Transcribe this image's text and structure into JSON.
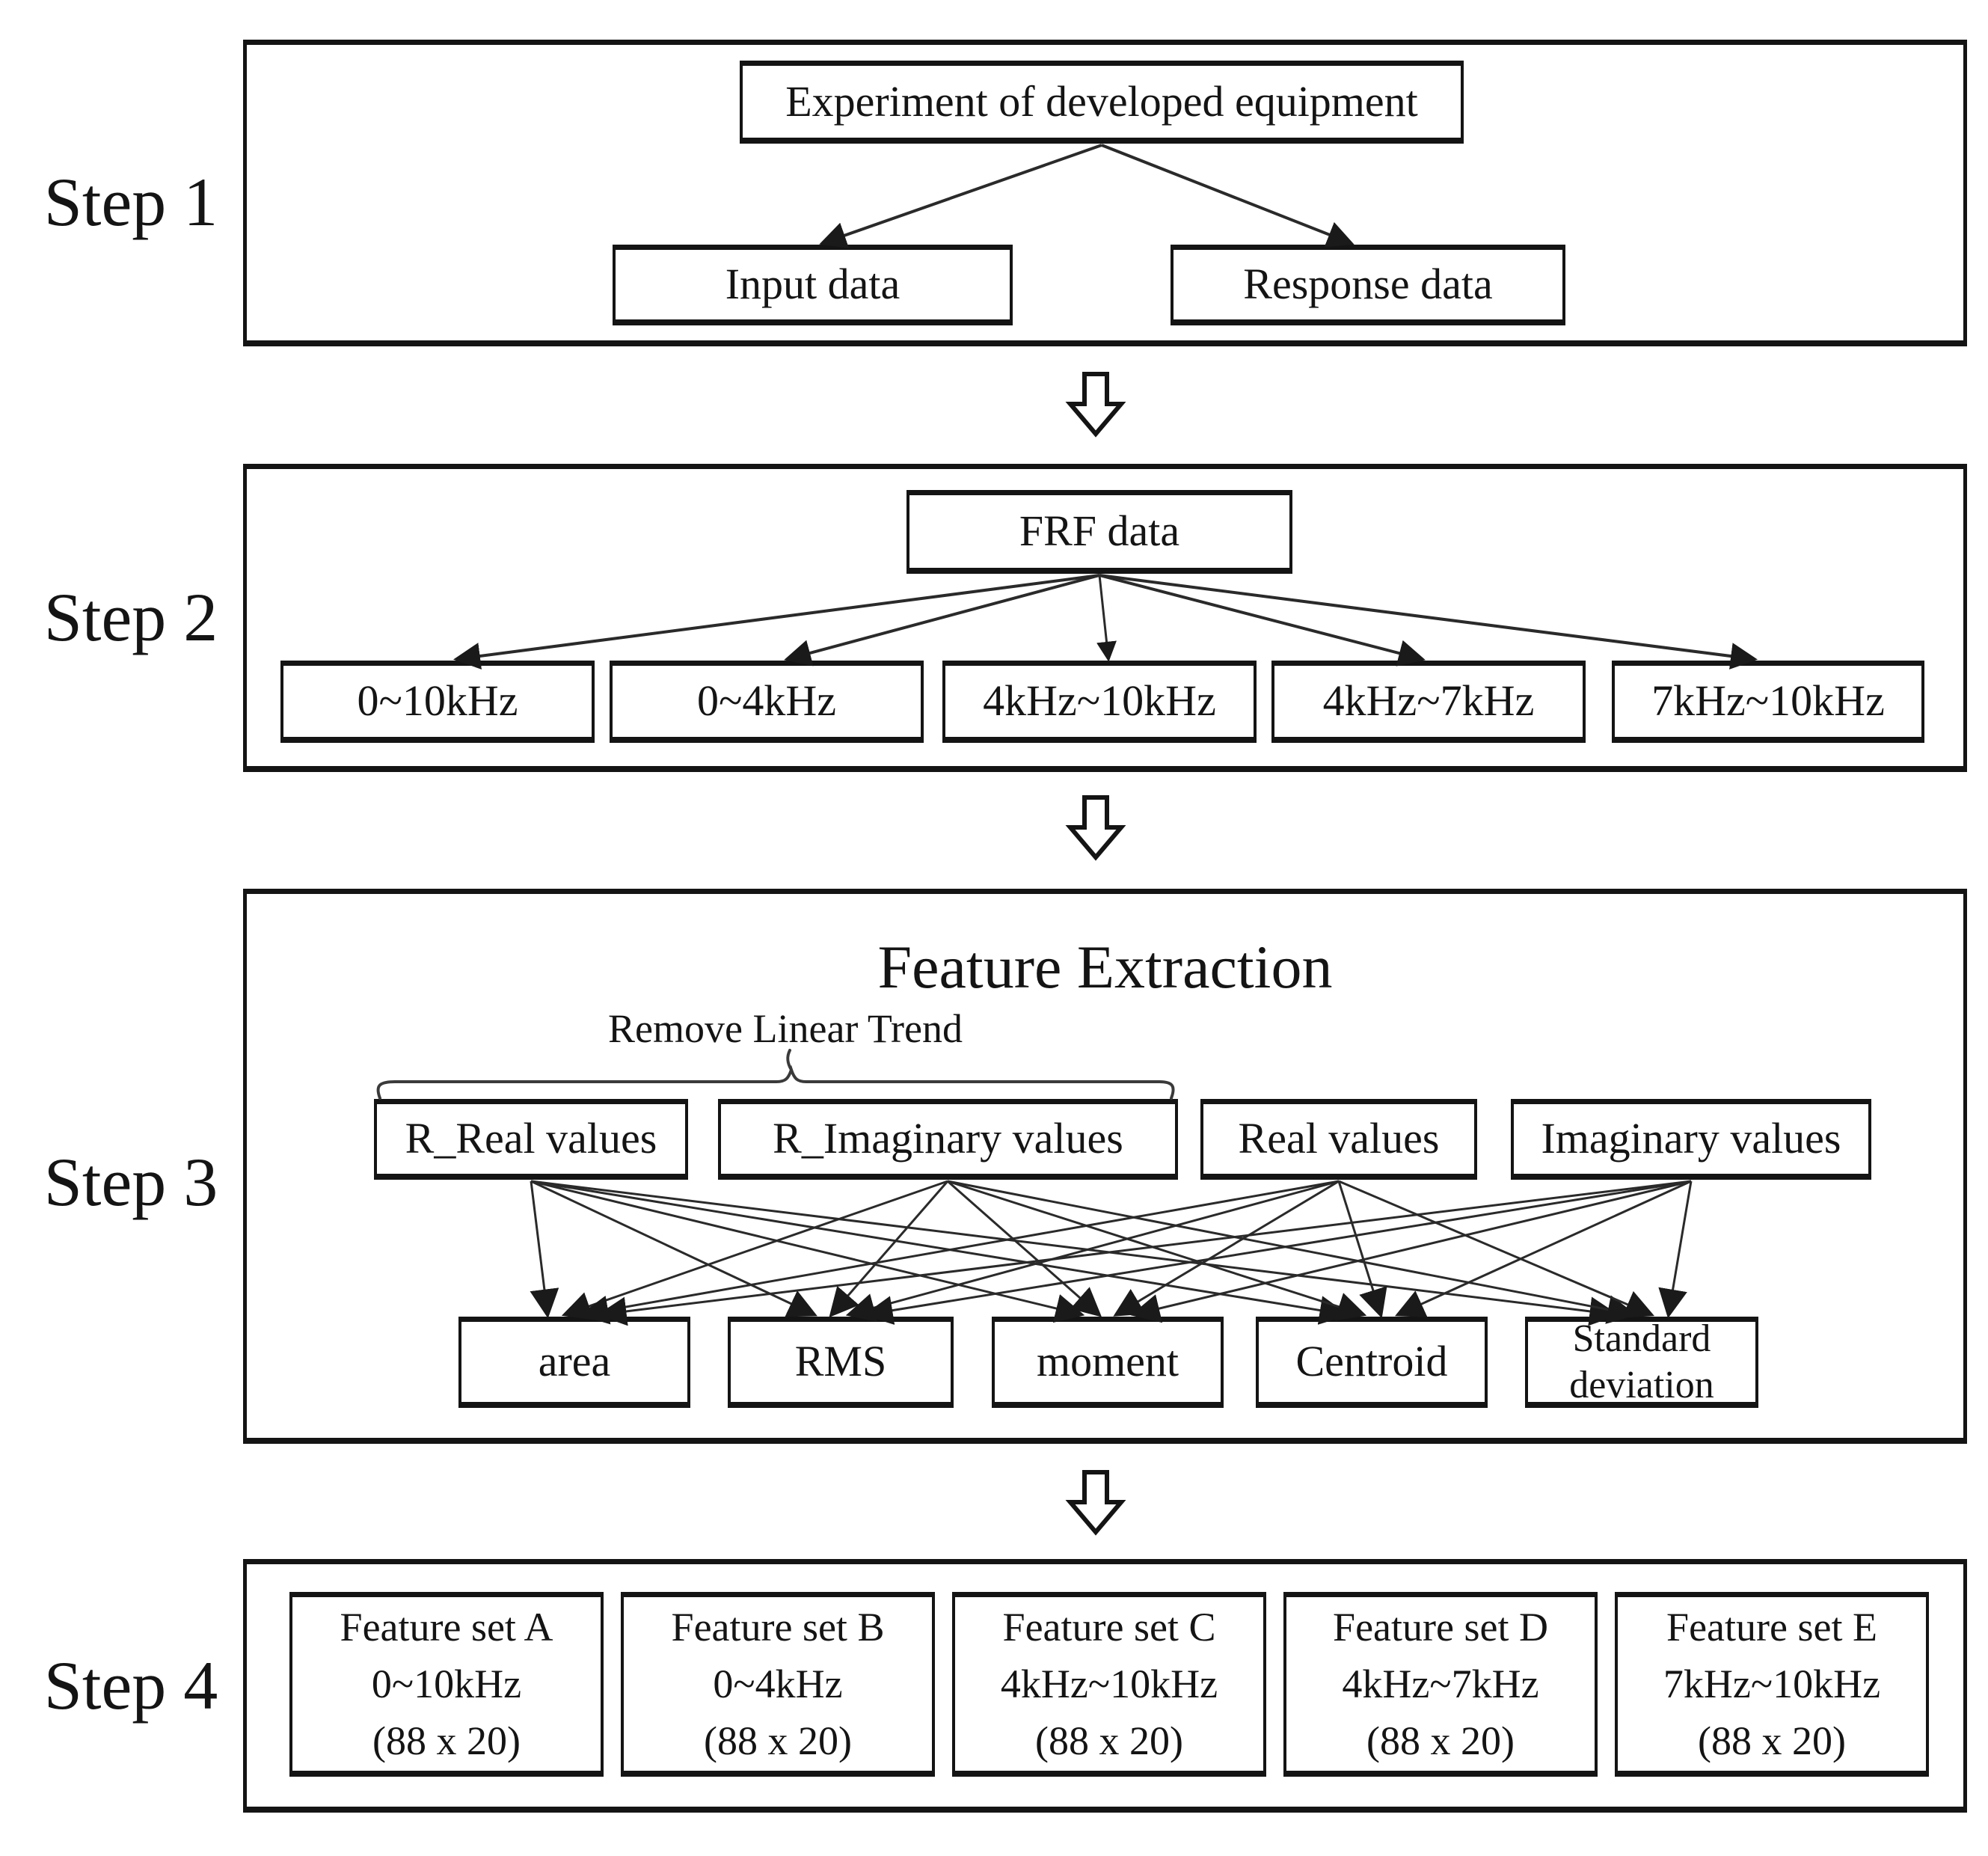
{
  "step1": {
    "label": "Step 1",
    "root": "Experiment of developed equipment",
    "children": [
      "Input data",
      "Response data"
    ]
  },
  "step2": {
    "label": "Step 2",
    "root": "FRF data",
    "bands": [
      "0~10kHz",
      "0~4kHz",
      "4kHz~10kHz",
      "4kHz~7kHz",
      "7kHz~10kHz"
    ]
  },
  "step3": {
    "label": "Step 3",
    "title": "Feature Extraction",
    "brace_label": "Remove Linear Trend",
    "sources": [
      "R_Real values",
      "R_Imaginary values",
      "Real values",
      "Imaginary values"
    ],
    "features": [
      "area",
      "RMS",
      "moment",
      "Centroid",
      "Standard deviation"
    ]
  },
  "step4": {
    "label": "Step 4",
    "sets": [
      {
        "name": "Feature set A",
        "range": "0~10kHz",
        "size": "(88 x 20)"
      },
      {
        "name": "Feature set B",
        "range": "0~4kHz",
        "size": "(88 x 20)"
      },
      {
        "name": "Feature set C",
        "range": "4kHz~10kHz",
        "size": "(88 x 20)"
      },
      {
        "name": "Feature set D",
        "range": "4kHz~7kHz",
        "size": "(88 x 20)"
      },
      {
        "name": "Feature set E",
        "range": "7kHz~10kHz",
        "size": "(88 x 20)"
      }
    ]
  },
  "colors": {
    "ink": "#141414",
    "background": "#ffffff"
  }
}
